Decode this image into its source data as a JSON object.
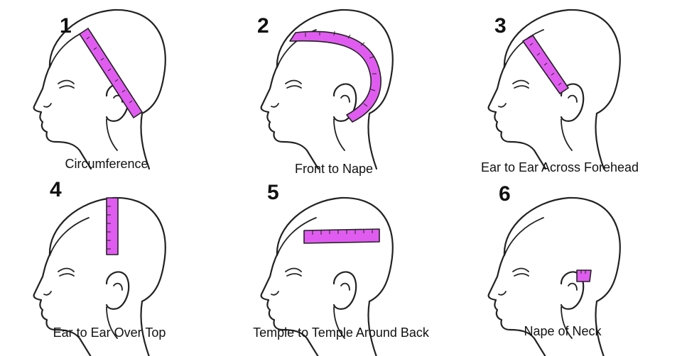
{
  "colors": {
    "tape": "#e05cf0",
    "line": "#222222",
    "background": "#ffffff"
  },
  "steps": [
    {
      "number": "1",
      "caption": "Circumference"
    },
    {
      "number": "2",
      "caption": "Front to Nape"
    },
    {
      "number": "3",
      "caption": "Ear to Ear Across Forehead"
    },
    {
      "number": "4",
      "caption": "Ear to Ear Over Top"
    },
    {
      "number": "5",
      "caption": "Temple to Temple Around Back"
    },
    {
      "number": "6",
      "caption": "Nape of Neck"
    }
  ]
}
